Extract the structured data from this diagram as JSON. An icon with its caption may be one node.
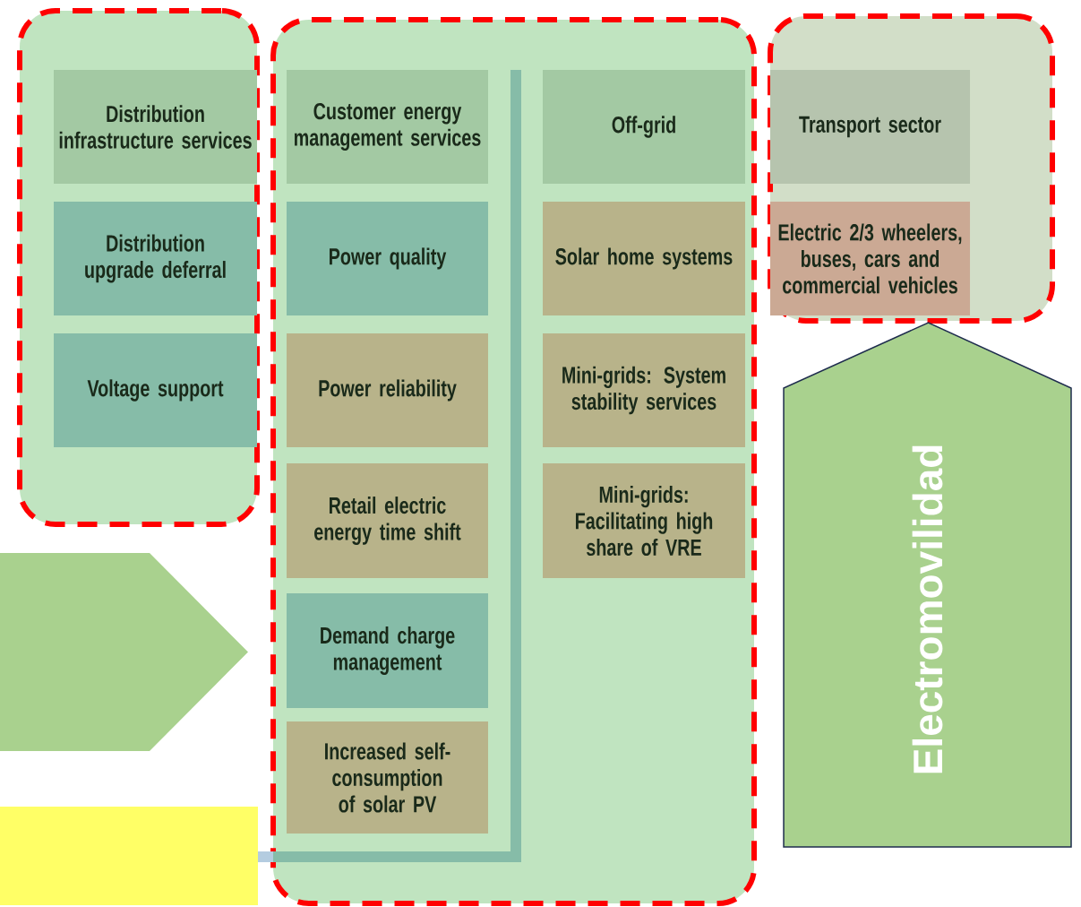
{
  "diagram": {
    "nodes": [
      {
        "text": [],
        "shape": "box"
      },
      {
        "text": [
          "Distribution infrastructure services"
        ],
        "in": 0
      },
      {
        "text": [
          "Distribution upgrade deferral"
        ],
        "in": 0
      },
      {
        "text": [
          "Voltage support"
        ],
        "in": 0
      },
      {
        "text": [],
        "shape": "box"
      },
      {
        "text": [
          "Customer energy management services"
        ],
        "in": 4
      },
      {
        "text": [
          "Power quality"
        ],
        "in": 4
      },
      {
        "text": [
          "Power reliability"
        ],
        "in": 4
      },
      {
        "text": [
          "Retail electric energy time shift"
        ],
        "in": 4
      },
      {
        "text": [
          "Demand charge management"
        ],
        "in": 4
      },
      {
        "text": [
          "Increased self-consumption of solar PV"
        ],
        "in": 4
      },
      {
        "text": [
          "Off-grid"
        ],
        "in": 4
      },
      {
        "text": [
          "Solar home systems"
        ],
        "in": 4
      },
      {
        "text": [
          "Mini-grids: System stability services"
        ],
        "in": 4
      },
      {
        "text": [
          "Mini-grids: Facilitating high share of VRE"
        ],
        "in": 4
      },
      {
        "text": [],
        "shape": "box"
      },
      {
        "text": [
          "Transport sector"
        ],
        "in": 15
      },
      {
        "text": [
          "Electric 2/3 wheelers, buses, cars and commercial vehicles"
        ],
        "in": 15
      },
      {
        "text": [
          "Electromovilidad"
        ]
      },
      {
        "text": [],
        "shape": "chevron"
      },
      {
        "text": [],
        "shape": "box"
      }
    ]
  }
}
